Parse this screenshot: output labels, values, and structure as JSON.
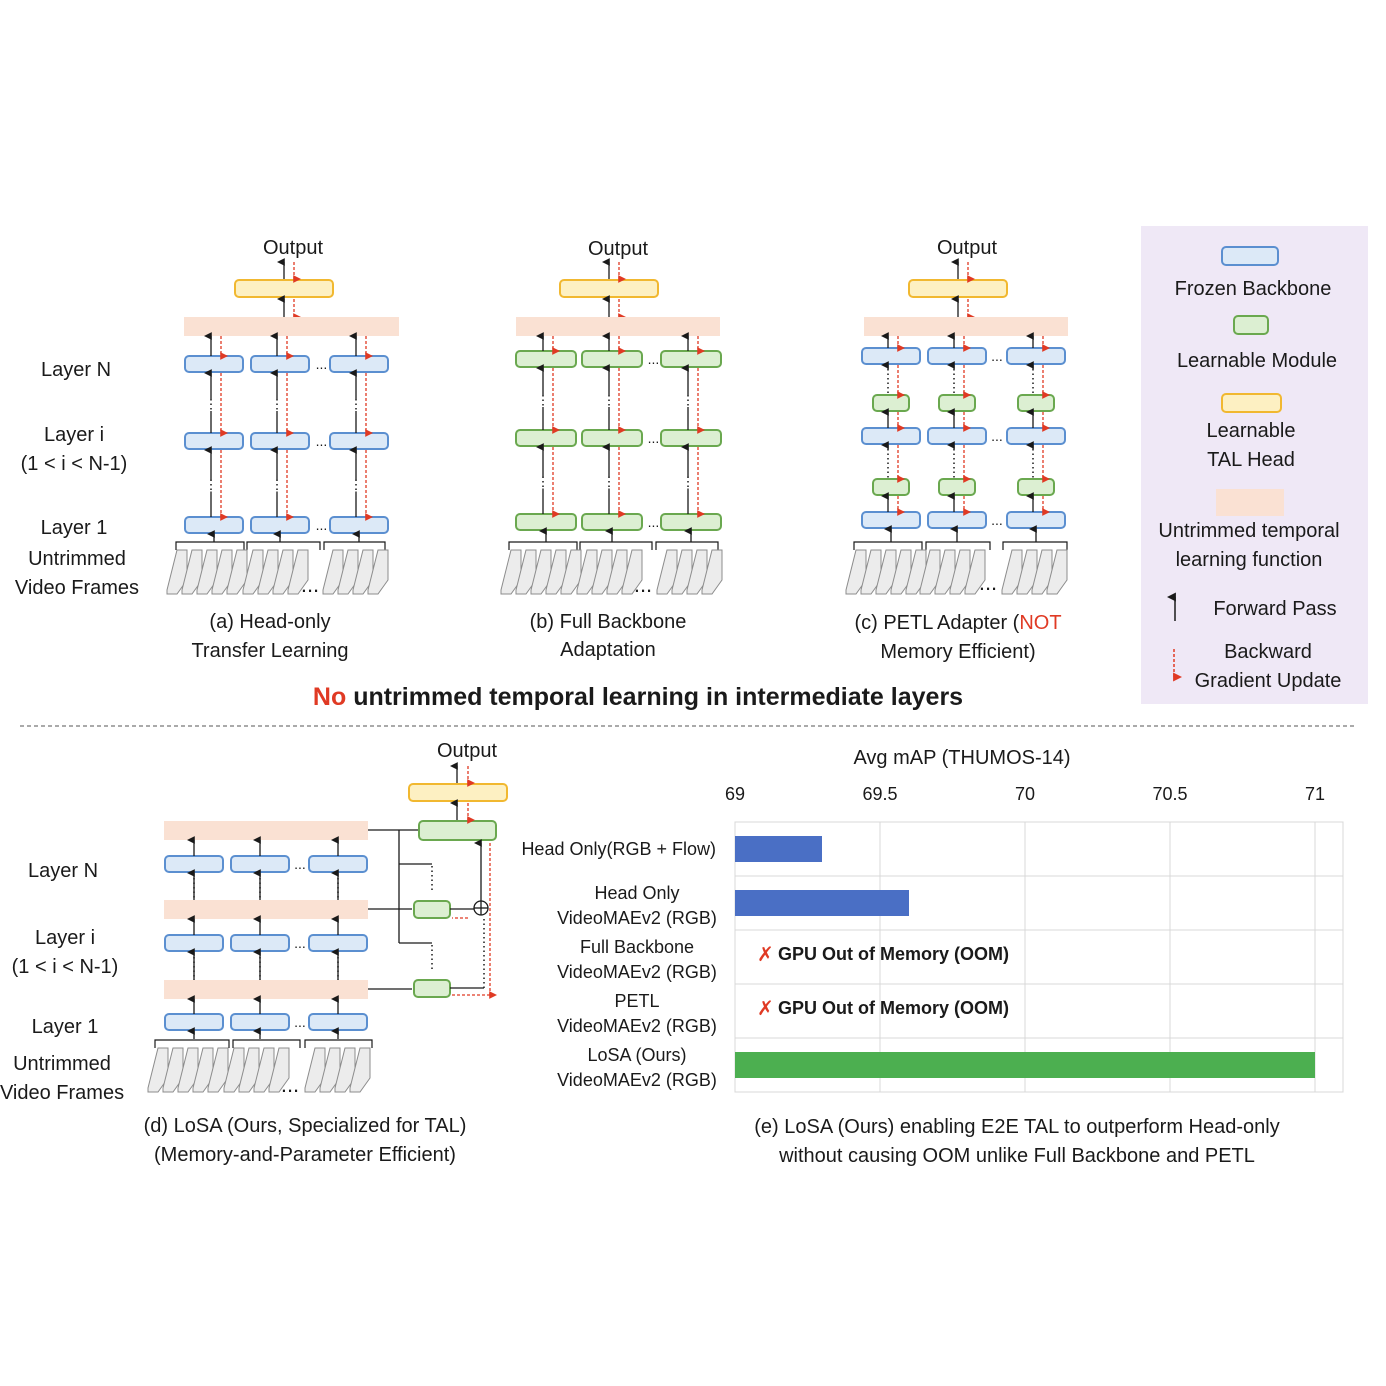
{
  "panels": {
    "a": {
      "output": "Output",
      "caption_line1": "(a) Head-only",
      "caption_line2": "Transfer Learning"
    },
    "b": {
      "output": "Output",
      "caption_line1": "(b) Full Backbone",
      "caption_line2": "Adaptation"
    },
    "c": {
      "output": "Output",
      "caption_line1_pre": "(c) PETL Adapter (",
      "caption_line1_red": "NOT",
      "caption_line2": "Memory Efficient)"
    },
    "d": {
      "output": "Output",
      "caption_line1": "(d) LoSA (Ours, Specialized for TAL)",
      "caption_line2": "(Memory-and-Parameter Efficient)"
    }
  },
  "row_labels_top": {
    "layer_n": "Layer N",
    "layer_i": "Layer i",
    "layer_i_range": "(1 < i < N-1)",
    "layer_1": "Layer 1",
    "frames_line1": "Untrimmed",
    "frames_line2": "Video Frames"
  },
  "row_labels_bottom": {
    "layer_n": "Layer N",
    "layer_i": "Layer i",
    "layer_i_range": "(1 < i < N-1)",
    "layer_1": "Layer 1",
    "frames_line1": "Untrimmed",
    "frames_line2": "Video Frames"
  },
  "ellipsis": "...",
  "headline": {
    "red": "No",
    "rest": "untrimmed temporal learning in intermediate layers"
  },
  "legend": {
    "frozen": "Frozen Backbone",
    "learnable": "Learnable Module",
    "head_line1": "Learnable",
    "head_line2": "TAL Head",
    "func_line1": "Untrimmed temporal",
    "func_line2": "learning function",
    "forward": "Forward Pass",
    "backward_line1": "Backward",
    "backward_line2": "Gradient Update"
  },
  "colors": {
    "frozen_fill": "#dce9f7",
    "frozen_stroke": "#5b8fd0",
    "learn_fill": "#dcefd2",
    "learn_stroke": "#6aa84f",
    "head_fill": "#fdf0c2",
    "head_stroke": "#f1b830",
    "func_fill": "#fae1d3",
    "legend_bg": "#efe8f6",
    "blue_bar": "#4a6fc5",
    "green_bar": "#4caf50",
    "red": "#e03a24"
  },
  "chart_data": {
    "type": "bar",
    "orientation": "horizontal",
    "title": "Avg mAP (THUMOS-14)",
    "xlim": [
      69,
      71
    ],
    "xticks": [
      "69",
      "69.5",
      "70",
      "70.5",
      "71"
    ],
    "categories": [
      {
        "line1": "Head Only(RGB + Flow)",
        "line2": ""
      },
      {
        "line1": "Head Only",
        "line2": "VideoMAEv2 (RGB)"
      },
      {
        "line1": "Full Backbone",
        "line2": "VideoMAEv2 (RGB)"
      },
      {
        "line1": "PETL",
        "line2": "VideoMAEv2 (RGB)"
      },
      {
        "line1": "LoSA (Ours)",
        "line2": "VideoMAEv2 (RGB)"
      }
    ],
    "values": [
      69.3,
      69.6,
      null,
      null,
      71.0
    ],
    "bar_colors": [
      "#4a6fc5",
      "#4a6fc5",
      null,
      null,
      "#4caf50"
    ],
    "oom_mark": "✗",
    "oom_text": "GPU Out of Memory (OOM)",
    "caption_line1": "(e) LoSA (Ours) enabling E2E TAL to outperform Head-only",
    "caption_line2": "without causing OOM unlike Full Backbone and PETL"
  }
}
